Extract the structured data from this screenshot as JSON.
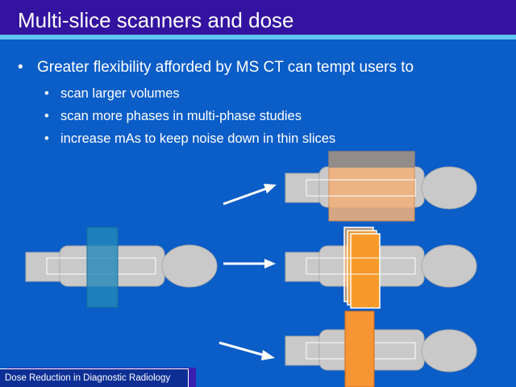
{
  "slide": {
    "title": "Multi-slice scanners and dose",
    "bullets": [
      {
        "text": "Greater flexibility afforded by MS CT can tempt users to",
        "sub": [
          "scan larger volumes",
          "scan more phases in multi-phase studies",
          "increase mAs to keep noise down in thin slices"
        ]
      }
    ],
    "bullet_glyph": "•",
    "footer": "Dose Reduction in Diagnostic Radiology"
  },
  "colors": {
    "background": "#0b5dc7",
    "title_bar": "#3313a0",
    "title_accent": "#5fc6f0",
    "patient": "#c9c9c9",
    "original_slice": "#2288b8",
    "larger_volume": "#f0b07a",
    "more_phases": "#f5a030",
    "higher_mas": "#f79433",
    "arrow": "#ffffff"
  },
  "icons": {
    "patient_figure": "patient-on-table-icon",
    "arrow": "arrow-right-icon"
  }
}
